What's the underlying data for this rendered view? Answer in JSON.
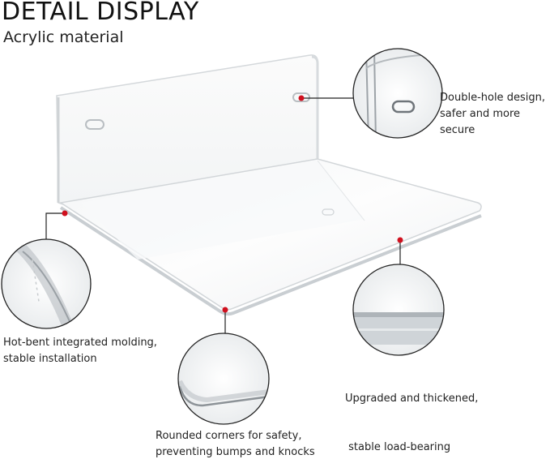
{
  "header": {
    "title": "DETAIL DISPLAY",
    "subtitle": "Acrylic material"
  },
  "callouts": {
    "double_hole": {
      "line1": "Double-hole design,",
      "line2": "safer and more secure"
    },
    "hot_bent": {
      "line1": "Hot-bent integrated molding,",
      "line2": "stable installation"
    },
    "thickened": {
      "line1": "Upgraded and thickened,",
      "line2": " stable load-bearing"
    },
    "rounded": {
      "line1": "Rounded corners for safety,",
      "line2": "preventing bumps and knocks"
    }
  },
  "colors": {
    "marker": "#d0101e",
    "leader": "#222222",
    "acrylic_edge": "#c9ced2"
  }
}
